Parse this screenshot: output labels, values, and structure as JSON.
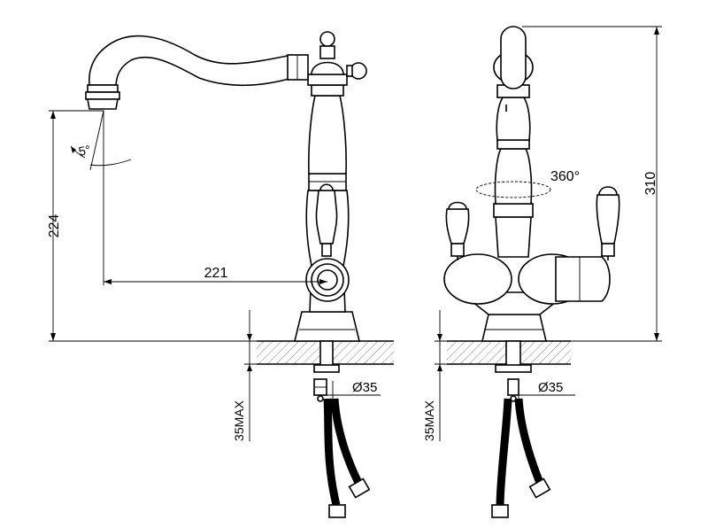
{
  "dimensions": {
    "spout_angle": "5°",
    "height_to_outlet": "224",
    "reach": "221",
    "rotation": "360°",
    "total_height": "310",
    "hole_diameter_left": "Ø35",
    "hole_diameter_right": "Ø35",
    "max_counter_left": "35MAX",
    "max_counter_right": "35MAX"
  },
  "colors": {
    "line": "#000000",
    "hatch": "#888888",
    "background": "#ffffff"
  }
}
